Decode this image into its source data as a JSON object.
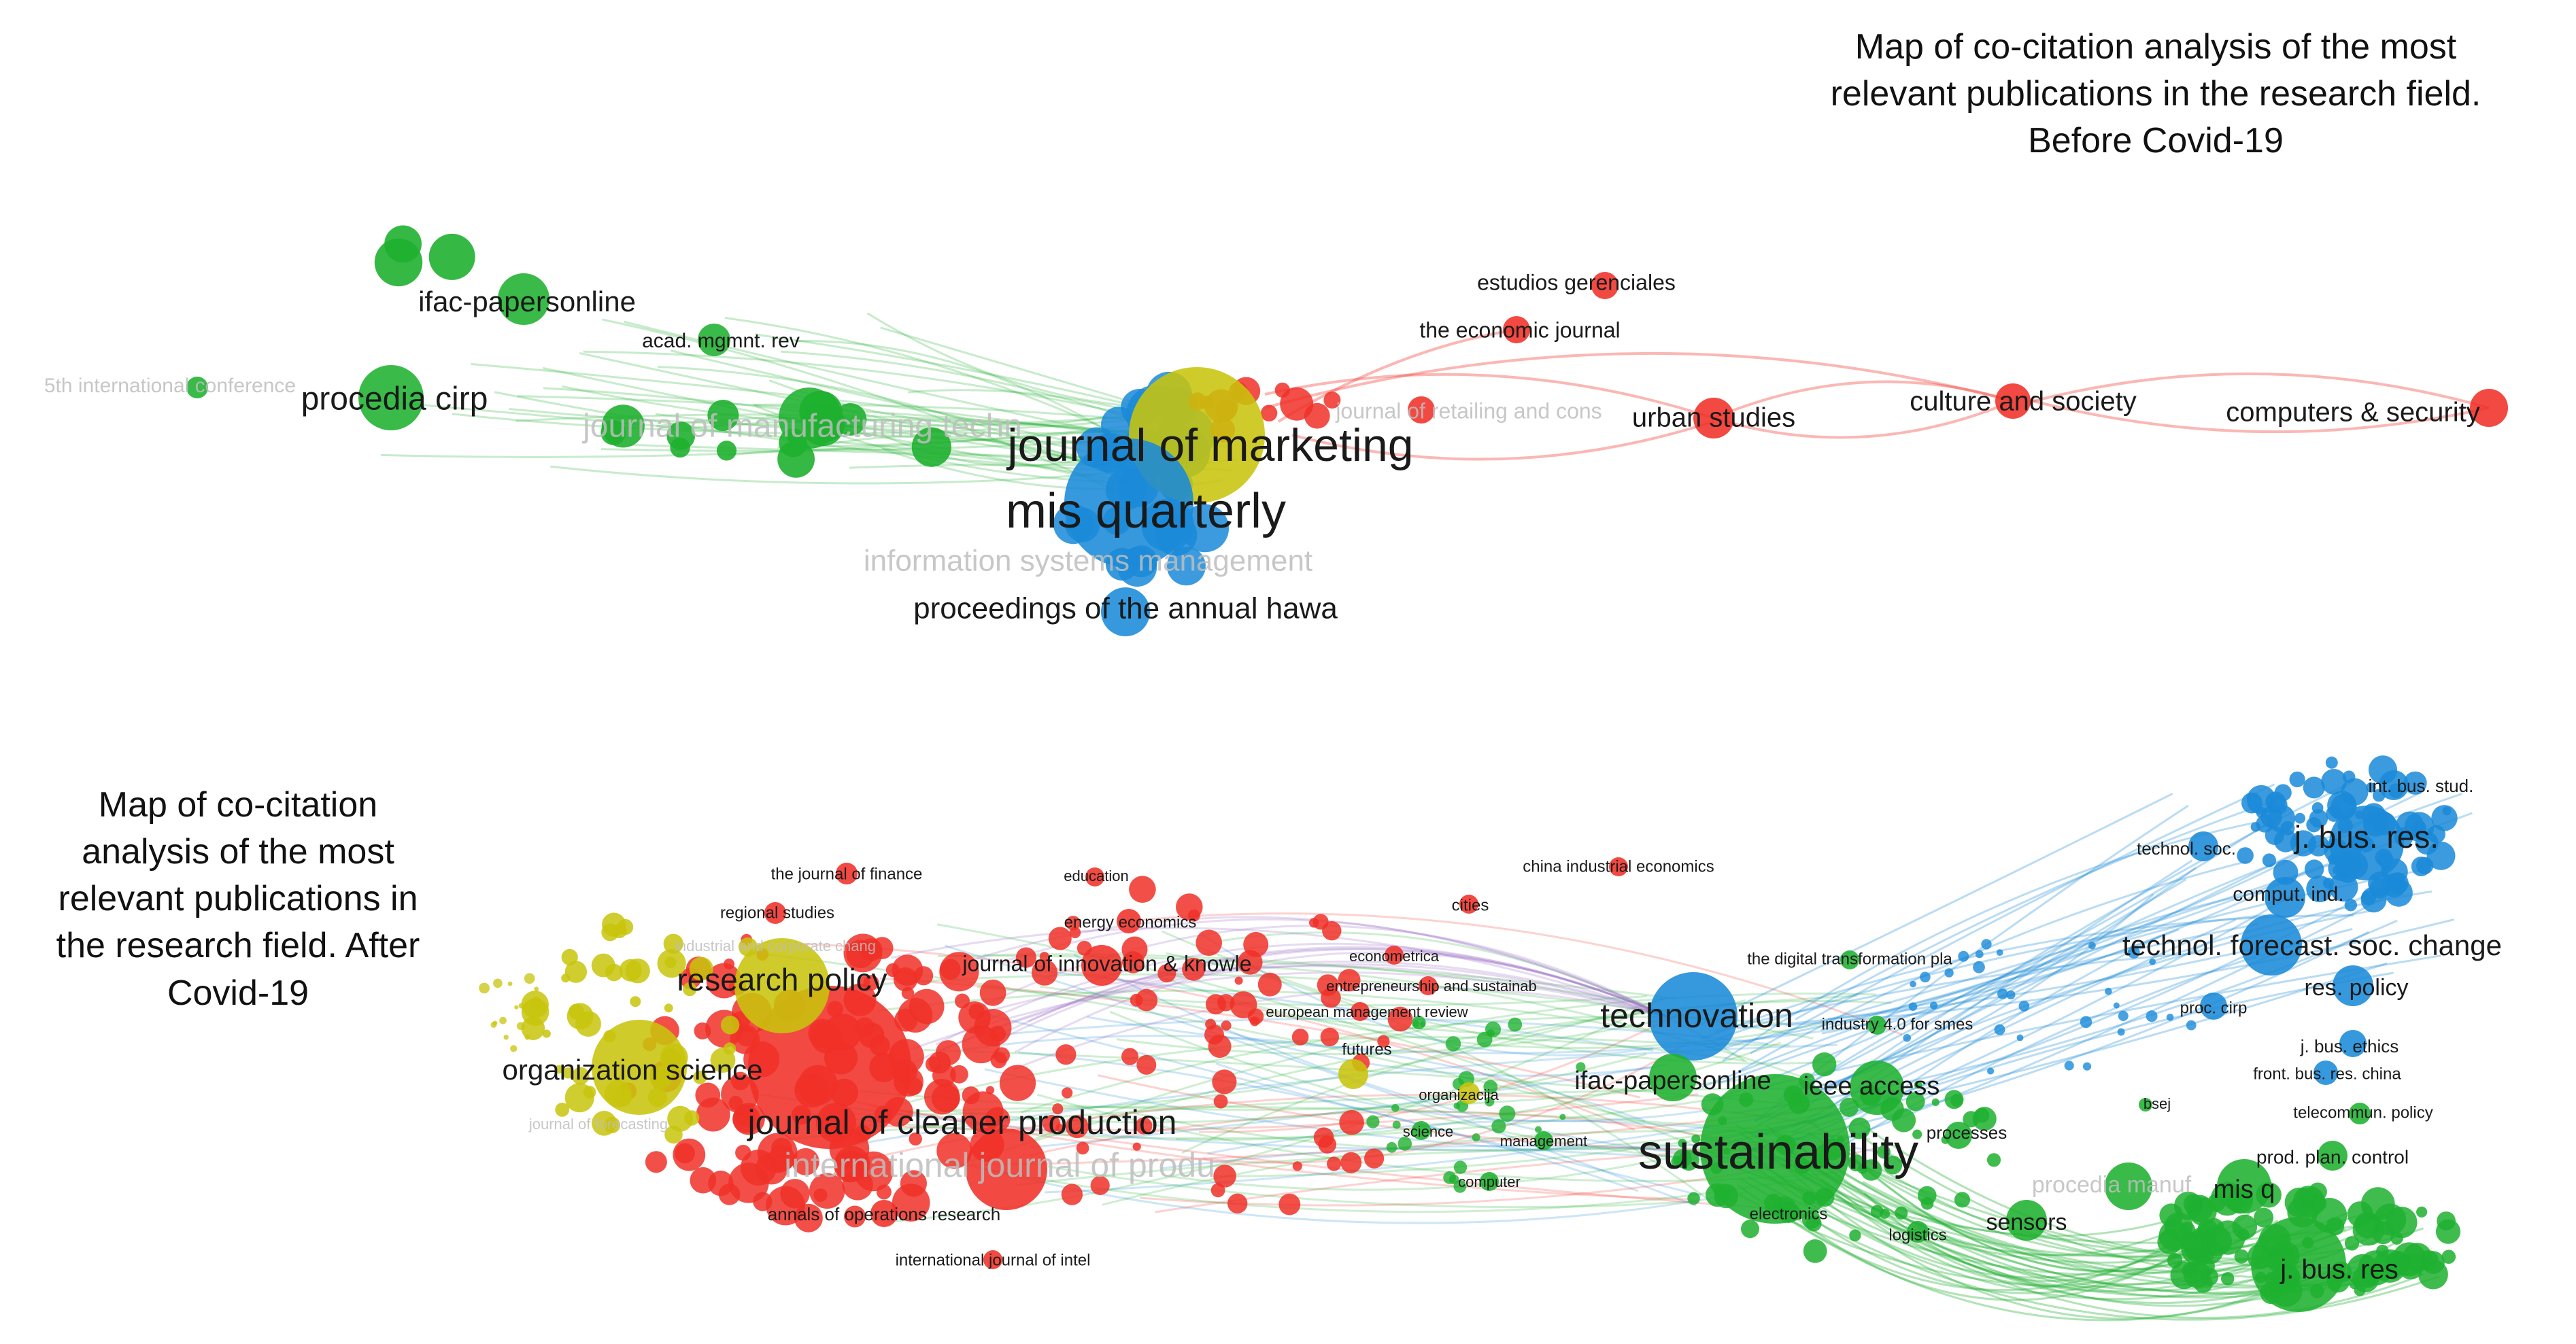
{
  "captions": {
    "before": [
      "Map of co-citation analysis of the most",
      "relevant publications in the research field.",
      "Before Covid-19"
    ],
    "after": [
      "Map of co-citation",
      "analysis of the most",
      "relevant publications in",
      "the research field. After",
      "Covid-19"
    ]
  },
  "colors": {
    "green": "#1fb030",
    "blue": "#1a8ad8",
    "red": "#f03028",
    "yellow": "#c8c40c",
    "purple": "#9a70c8"
  },
  "before_covid": {
    "nodes": [
      {
        "label": "journal of marketing",
        "cluster": "yellow",
        "size": 10,
        "emphasis": 5
      },
      {
        "label": "mis quarterly",
        "cluster": "blue",
        "size": 10,
        "emphasis": 5
      },
      {
        "label": "information systems management",
        "cluster": "blue",
        "size": 6,
        "emphasis": 1
      },
      {
        "label": "proceedings of the annual hawa",
        "cluster": "blue",
        "size": 5,
        "emphasis": 3
      },
      {
        "label": "ifac-papersonline",
        "cluster": "green",
        "size": 4,
        "emphasis": 3
      },
      {
        "label": "acad. mgmnt. rev",
        "cluster": "green",
        "size": 3,
        "emphasis": 2
      },
      {
        "label": "procedia cirp",
        "cluster": "green",
        "size": 5,
        "emphasis": 3
      },
      {
        "label": "5th international conference",
        "cluster": "green",
        "size": 2,
        "emphasis": 1
      },
      {
        "label": "journal of manufacturing techn",
        "cluster": "green",
        "size": 6,
        "emphasis": 1
      },
      {
        "label": "estudios gerenciales",
        "cluster": "red",
        "size": 3,
        "emphasis": 2
      },
      {
        "label": "the economic journal",
        "cluster": "red",
        "size": 3,
        "emphasis": 2
      },
      {
        "label": "journal of retailing and cons",
        "cluster": "red",
        "size": 3,
        "emphasis": 1
      },
      {
        "label": "urban studies",
        "cluster": "red",
        "size": 4,
        "emphasis": 3
      },
      {
        "label": "culture and society",
        "cluster": "red",
        "size": 4,
        "emphasis": 3
      },
      {
        "label": "computers & security",
        "cluster": "red",
        "size": 4,
        "emphasis": 3
      }
    ]
  },
  "after_covid": {
    "nodes": [
      {
        "label": "sustainability",
        "cluster": "green",
        "size": 10,
        "emphasis": 5
      },
      {
        "label": "technovation",
        "cluster": "blue",
        "size": 8,
        "emphasis": 4
      },
      {
        "label": "journal of cleaner production",
        "cluster": "red",
        "size": 9,
        "emphasis": 4
      },
      {
        "label": "international journal of produ",
        "cluster": "red",
        "size": 8,
        "emphasis": 1
      },
      {
        "label": "research policy",
        "cluster": "yellow",
        "size": 7,
        "emphasis": 4
      },
      {
        "label": "organization science",
        "cluster": "yellow",
        "size": 7,
        "emphasis": 4
      },
      {
        "label": "j. bus. res.",
        "cluster": "blue",
        "size": 7,
        "emphasis": 4
      },
      {
        "label": "technol. forecast. soc. change",
        "cluster": "blue",
        "size": 7,
        "emphasis": 4
      },
      {
        "label": "j. bus. res",
        "cluster": "green",
        "size": 7,
        "emphasis": 4
      },
      {
        "label": "ifac-papersonline",
        "cluster": "green",
        "size": 5,
        "emphasis": 3
      },
      {
        "label": "ieee access",
        "cluster": "green",
        "size": 5,
        "emphasis": 3
      },
      {
        "label": "mis q",
        "cluster": "green",
        "size": 5,
        "emphasis": 3
      },
      {
        "label": "procedia manuf",
        "cluster": "green",
        "size": 4,
        "emphasis": 1
      },
      {
        "label": "sensors",
        "cluster": "green",
        "size": 4,
        "emphasis": 3
      },
      {
        "label": "res. policy",
        "cluster": "blue",
        "size": 4,
        "emphasis": 3
      },
      {
        "label": "comput. ind.",
        "cluster": "blue",
        "size": 4,
        "emphasis": 2
      },
      {
        "label": "int. bus. stud.",
        "cluster": "blue",
        "size": 3,
        "emphasis": 2
      },
      {
        "label": "technol. soc.",
        "cluster": "blue",
        "size": 3,
        "emphasis": 2
      },
      {
        "label": "j. bus. ethics",
        "cluster": "blue",
        "size": 3,
        "emphasis": 2
      },
      {
        "label": "front. bus. res. china",
        "cluster": "blue",
        "size": 3,
        "emphasis": 2
      },
      {
        "label": "proc. cirp",
        "cluster": "blue",
        "size": 3,
        "emphasis": 2
      },
      {
        "label": "industry 4.0 for smes",
        "cluster": "green",
        "size": 3,
        "emphasis": 2
      },
      {
        "label": "the digital transformation pla",
        "cluster": "green",
        "size": 3,
        "emphasis": 2
      },
      {
        "label": "telecommun. policy",
        "cluster": "green",
        "size": 3,
        "emphasis": 2
      },
      {
        "label": "prod. plan. control",
        "cluster": "green",
        "size": 4,
        "emphasis": 2
      },
      {
        "label": "bsej",
        "cluster": "green",
        "size": 2,
        "emphasis": 2
      },
      {
        "label": "electronics",
        "cluster": "green",
        "size": 3,
        "emphasis": 2
      },
      {
        "label": "logistics",
        "cluster": "green",
        "size": 3,
        "emphasis": 2
      },
      {
        "label": "processes",
        "cluster": "green",
        "size": 3,
        "emphasis": 2
      },
      {
        "label": "china industrial economics",
        "cluster": "red",
        "size": 3,
        "emphasis": 2
      },
      {
        "label": "cities",
        "cluster": "red",
        "size": 3,
        "emphasis": 2
      },
      {
        "label": "the journal of finance",
        "cluster": "red",
        "size": 3,
        "emphasis": 2
      },
      {
        "label": "education",
        "cluster": "red",
        "size": 3,
        "emphasis": 2
      },
      {
        "label": "regional studies",
        "cluster": "red",
        "size": 3,
        "emphasis": 2
      },
      {
        "label": "energy economics",
        "cluster": "red",
        "size": 3,
        "emphasis": 2
      },
      {
        "label": "industrial and corporate chang",
        "cluster": "yellow",
        "size": 3,
        "emphasis": 1
      },
      {
        "label": "journal of innovation & knowle",
        "cluster": "red",
        "size": 4,
        "emphasis": 3
      },
      {
        "label": "econometrica",
        "cluster": "red",
        "size": 3,
        "emphasis": 2
      },
      {
        "label": "entrepreneurship and sustainab",
        "cluster": "red",
        "size": 3,
        "emphasis": 2
      },
      {
        "label": "european management review",
        "cluster": "red",
        "size": 3,
        "emphasis": 2
      },
      {
        "label": "futures",
        "cluster": "yellow",
        "size": 3,
        "emphasis": 2
      },
      {
        "label": "organizacija",
        "cluster": "yellow",
        "size": 3,
        "emphasis": 2
      },
      {
        "label": "science",
        "cluster": "green",
        "size": 3,
        "emphasis": 2
      },
      {
        "label": "management",
        "cluster": "green",
        "size": 3,
        "emphasis": 2
      },
      {
        "label": "computer",
        "cluster": "green",
        "size": 3,
        "emphasis": 2
      },
      {
        "label": "annals of operations research",
        "cluster": "red",
        "size": 3,
        "emphasis": 2
      },
      {
        "label": "international journal of intel",
        "cluster": "red",
        "size": 3,
        "emphasis": 2
      },
      {
        "label": "journal of forecasting",
        "cluster": "yellow",
        "size": 2,
        "emphasis": 1
      }
    ]
  }
}
